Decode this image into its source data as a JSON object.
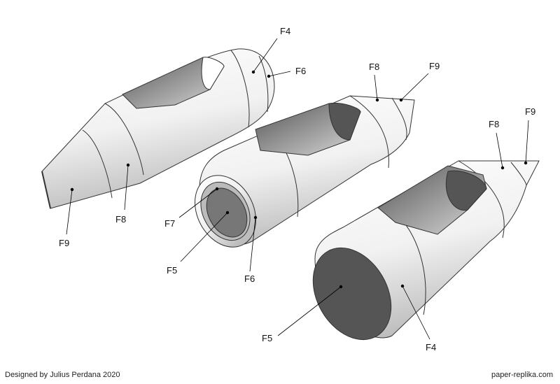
{
  "labels": {
    "pod1": {
      "f4": "F4",
      "f6": "F6",
      "f8": "F8",
      "f9": "F9"
    },
    "pod2": {
      "f8": "F8",
      "f9": "F9",
      "f7": "F7",
      "f5": "F5",
      "f6": "F6"
    },
    "pod3": {
      "f8": "F8",
      "f9": "F9",
      "f5": "F5",
      "f4": "F4"
    }
  },
  "footer": {
    "credit": "Designed by Julius Perdana 2020",
    "site": "paper-replika.com"
  }
}
